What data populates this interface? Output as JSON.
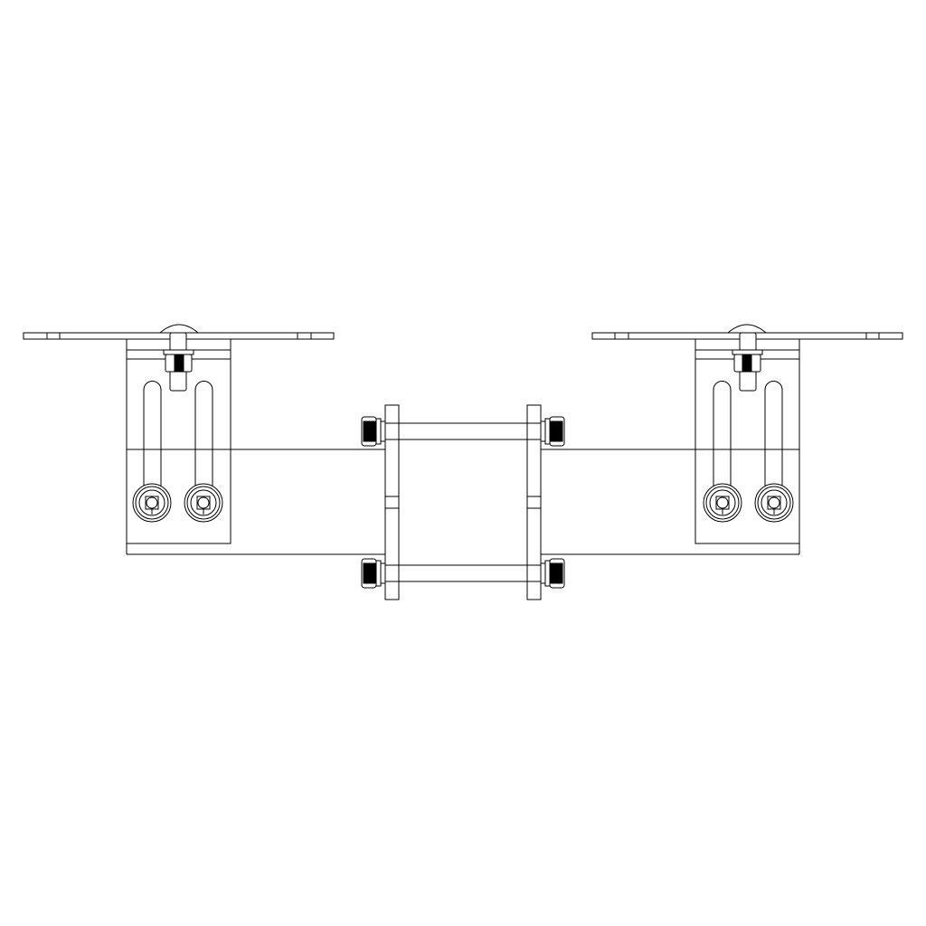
{
  "drawing": {
    "type": "mechanical-assembly-front-view",
    "line_color": "#000000",
    "background": "#ffffff",
    "components": [
      "mounting-plate-left",
      "bracket-left",
      "clamp-assembly-center",
      "bracket-right",
      "mounting-plate-right"
    ]
  }
}
